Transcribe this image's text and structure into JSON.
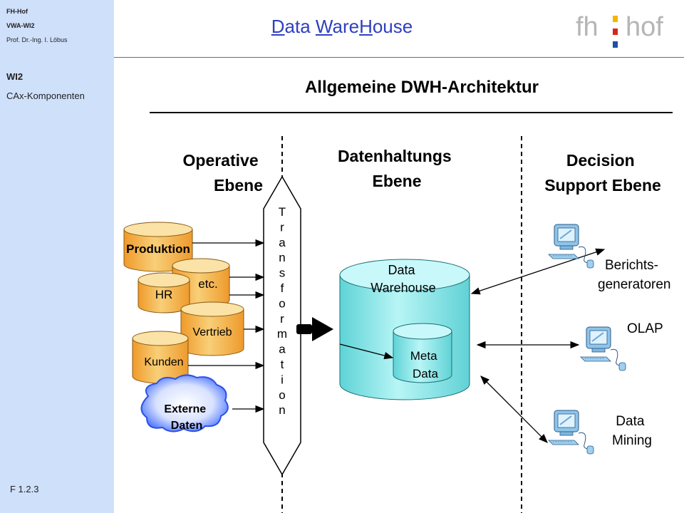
{
  "sidebar": {
    "org": "FH-Hof",
    "course": "VWA-WI2",
    "author": "Prof. Dr.-Ing. I. Löbus",
    "section": "WI2",
    "topic": "CAx-Komponenten",
    "page_ref": "F 1.2.3"
  },
  "header": {
    "title_parts": [
      "D",
      "ata ",
      "W",
      "are",
      "H",
      "ouse"
    ],
    "logo_left": "fh",
    "logo_right": "hof"
  },
  "colors": {
    "sidebar_bg": "#cfe0fb",
    "title": "#2f3fbf",
    "cylinder_orange": "#f6c261",
    "cylinder_teal": "#a6f0f2",
    "cloud_blue": "#3b66ff",
    "logo_gray": "#b5b5b5",
    "logo_yellow": "#f5b400",
    "logo_red": "#d9261c",
    "logo_blue": "#1f4fa8"
  },
  "diagram": {
    "heading": "Allgemeine DWH-Architektur",
    "col_operative": [
      "Operative",
      "Ebene"
    ],
    "col_datenhaltung": [
      "Datenhaltungs",
      "Ebene"
    ],
    "col_decision": [
      "Decision",
      "Support Ebene"
    ],
    "sources": [
      "Produktion",
      "etc.",
      "HR",
      "Vertrieb",
      "Kunden"
    ],
    "external": [
      "Externe",
      "Daten"
    ],
    "transformation": "Transformation",
    "warehouse": [
      "Data",
      "Warehouse"
    ],
    "meta": [
      "Meta",
      "Data"
    ],
    "tools": {
      "berichts": [
        "Berichts-",
        "generatoren"
      ],
      "olap": [
        "OLAP"
      ],
      "mining": [
        "Data",
        "Mining"
      ]
    },
    "icons": [
      "computer-icon"
    ]
  }
}
